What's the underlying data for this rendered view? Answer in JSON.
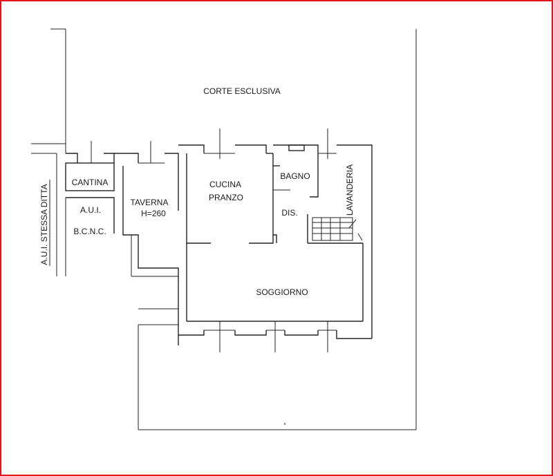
{
  "labels": {
    "corte": "CORTE ESCLUSIVA",
    "aui_stessa_ditta": "A.U.I. STESSA DITTA",
    "cantina": "CANTINA",
    "aui": "A.U.I.",
    "bcnc": "B.C.N.C.",
    "taverna": "TAVERNA",
    "taverna_height": "H=260",
    "cucina": "CUCINA",
    "pranzo": "PRANZO",
    "bagno": "BAGNO",
    "dis": "DIS.",
    "lavanderia": "LAVANDERIA",
    "soggiorno": "SOGGIORNO"
  },
  "colors": {
    "frame": "#e0161b",
    "lines": "#222222"
  }
}
